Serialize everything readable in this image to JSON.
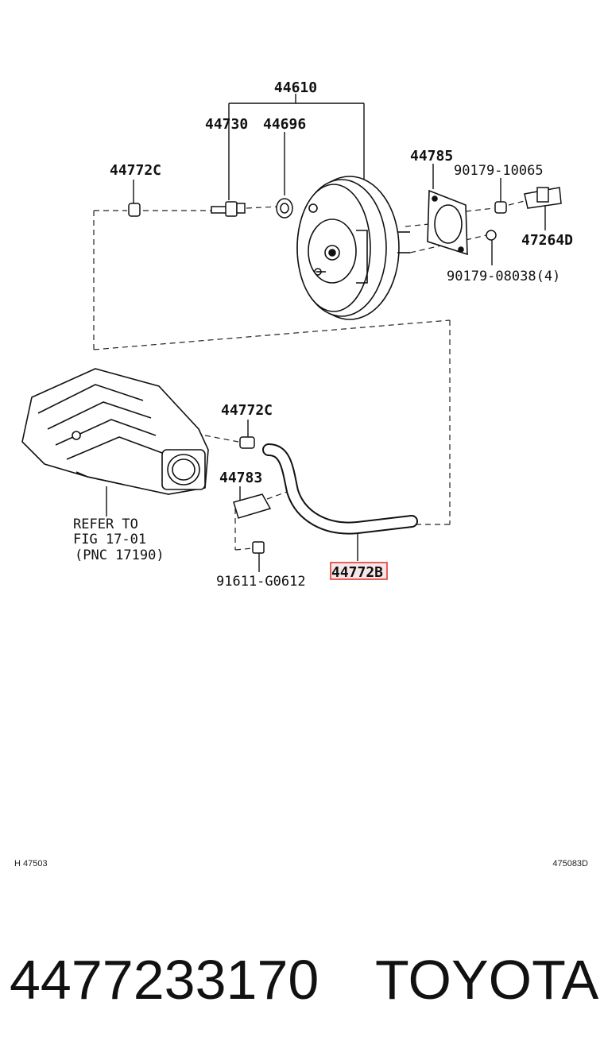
{
  "diagram": {
    "callouts": {
      "c44610": "44610",
      "c44730": "44730",
      "c44696": "44696",
      "c44785": "44785",
      "c90179_10065": "90179-10065",
      "c44772c_top": "44772C",
      "c47264d": "47264D",
      "c90179_08038": "90179-08038(4)",
      "c44772c_mid": "44772C",
      "c44783": "44783",
      "c91611": "91611-G0612",
      "c44772b": "44772B"
    },
    "refer": {
      "line1": "REFER TO",
      "line2": "FIG 17-01",
      "line3": "(PNC 17190)"
    },
    "codes": {
      "left": "H 47503",
      "right": "475083D"
    },
    "highlight_color": "#e53935"
  },
  "footer": {
    "part_number": "4477233170",
    "brand": "TOYOTA"
  }
}
